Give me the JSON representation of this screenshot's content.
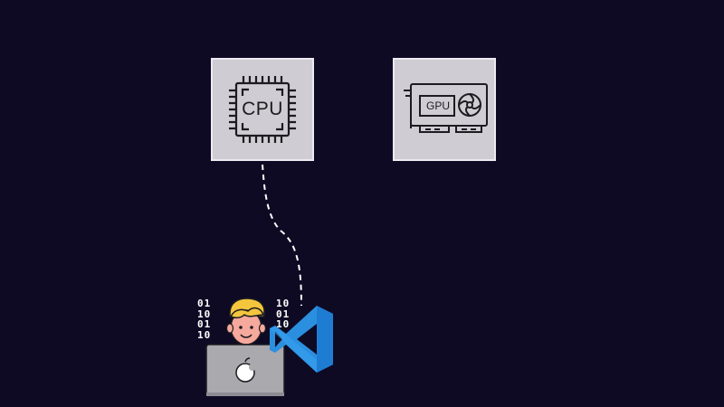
{
  "cpu": {
    "label": "CPU",
    "icon": "cpu-chip-icon"
  },
  "gpu": {
    "label": "GPU",
    "icon": "graphics-card-icon"
  },
  "connector": {
    "style": "dashed",
    "color": "#ffffff",
    "from": "cpu",
    "to": "vscode"
  },
  "developer": {
    "icon": "developer-laptop-icon",
    "binary_left": [
      "01",
      "10",
      "01",
      "10"
    ],
    "binary_right": [
      "10",
      "01",
      "10"
    ]
  },
  "vscode": {
    "icon": "vscode-logo-icon",
    "color": "#2b8fe0"
  },
  "colors": {
    "background": "#0e0a24",
    "card": "#cfcdd3",
    "card_border": "#eceaf0"
  }
}
